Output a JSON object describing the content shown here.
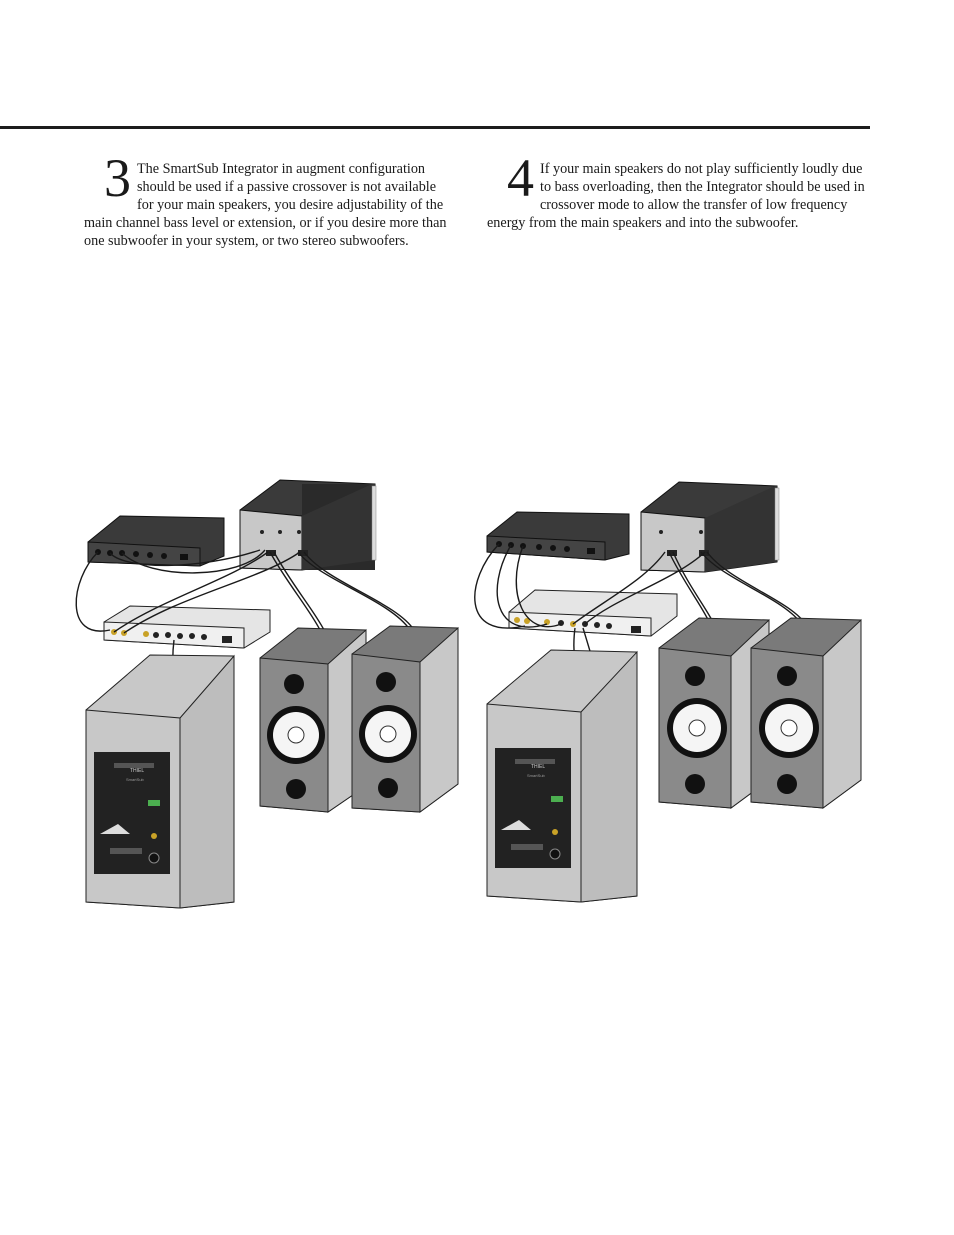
{
  "page": {
    "section3": {
      "number": "3",
      "text": "The SmartSub Integrator in augment configuration should be used if a passive crossover is not available for your main speakers, you desire adjustability of the main channel bass level or extension, or if you desire more than one subwoofer in your system, or two stereo subwoofers."
    },
    "section4": {
      "number": "4",
      "text": "If your main speakers do not play sufficiently loudly due to bass overloading, then the Integrator should be used in crossover mode to allow the transfer of low frequency energy from the main speakers and into the subwoofer."
    }
  },
  "diagram": {
    "brand_label": "THIEL",
    "model_label": "SmartSub",
    "colors": {
      "dark_box": "#3a3a3a",
      "light_gray": "#c8c8c8",
      "speaker_body": "#7a7a7a",
      "line": "#1a1a1a"
    }
  }
}
